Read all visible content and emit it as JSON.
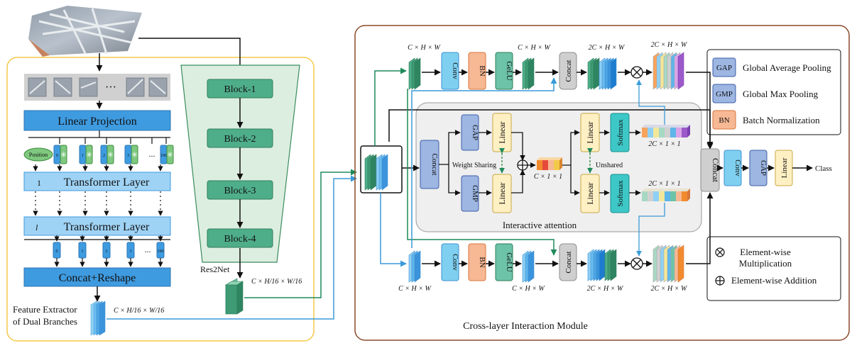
{
  "left_panel": {
    "patch_dots": "···",
    "linear_projection": "Linear Projection",
    "position": "Position",
    "tokens": [
      "0",
      "1",
      "2",
      "3",
      "...",
      "196"
    ],
    "layer_1_index": "1",
    "layer_l_index": "l",
    "transformer_layer": "Transformer Layer",
    "out_tokens": [
      "0",
      "1",
      "2",
      "3",
      "...",
      "196"
    ],
    "concat_reshape": "Concat+Reshape",
    "feature_extractor": "Feature Extractor",
    "of_dual_branches": "of Dual Branches",
    "dims_cnn": "C × H/16 × W/16",
    "dims_vit": "C × H/16 × W/16",
    "res2net": "Res2Net",
    "blocks": [
      "Block-1",
      "Block-2",
      "Block-3",
      "Block-4"
    ]
  },
  "module": {
    "title": "Cross-layer Interaction Module",
    "conv": "Conv",
    "bn": "BN",
    "gelu": "GeLU",
    "concat": "Concat",
    "dim_chw": "C × H × W",
    "dim_2chw": "2C × H × W",
    "gap": "GAP",
    "gmp": "GMP",
    "linear": "Linear",
    "softmax": "Softmax",
    "weight_sharing": "Weight Sharing",
    "unshared": "Unshared",
    "dim_c11": "C × 1 × 1",
    "dim_2c11": "2C × 1 × 1",
    "interactive_attention": "Interactive attention",
    "class": "Class"
  },
  "legend_top": {
    "gap_label": "Global Average Pooling",
    "gmp_label": "Global Max Pooling",
    "bn_label": "Batch Normalization"
  },
  "legend_bottom": {
    "mul_line1": "Element-wise",
    "mul_line2": "Multiplication",
    "add_label": "Element-wise Addition"
  },
  "colors": {
    "blue_box": "#3f9be0",
    "light_blue_box": "#9fd3f5",
    "green_block": "#4fae8a",
    "gap_fill": "#9db6e2",
    "bn_fill": "#f7b894",
    "gelu_fill": "#6cc3a7",
    "linear_fill": "#fff0c4",
    "softmax_fill": "#3ec7c7",
    "conv_fill": "#7fd0f0",
    "concat_fill": "#cfcfcf"
  }
}
